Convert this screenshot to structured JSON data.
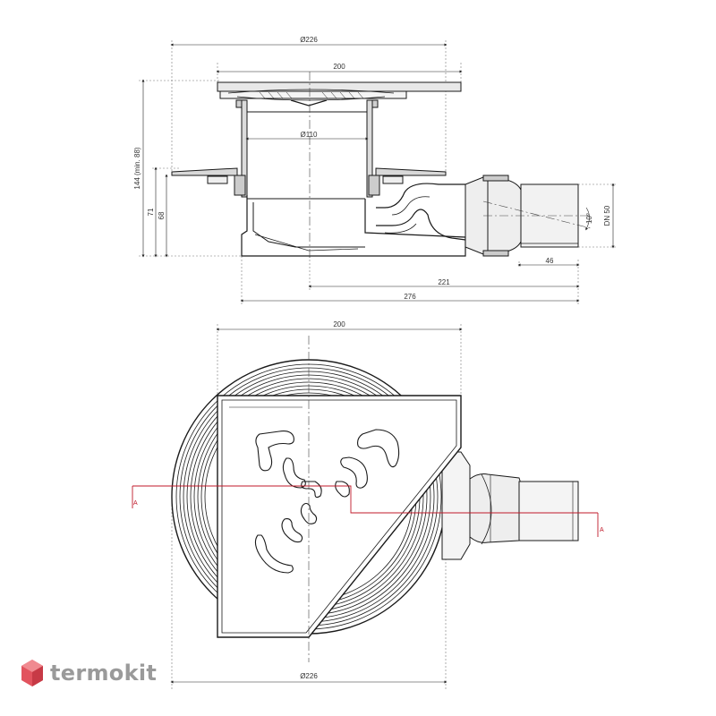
{
  "side_view": {
    "dim_outer_diameter": "Ø226",
    "dim_frame_width": "200",
    "dim_body_diameter": "Ø110",
    "dim_total_height": "144 (min. 88)",
    "dim_height_71": "71",
    "dim_height_68": "68",
    "dim_outlet_angle": "10°",
    "dim_outlet_size": "DN 50",
    "dim_outlet_length": "46",
    "dim_center_to_outlet": "221",
    "dim_total_length": "276"
  },
  "plan_view": {
    "dim_frame_width": "200",
    "dim_outer_diameter": "Ø226",
    "section_mark_left": "A",
    "section_mark_right": "A"
  },
  "brand": {
    "name": "termokit",
    "logo_color": "#e2535e"
  },
  "colors": {
    "line": "#1a1a1a",
    "section": "#c0192a",
    "steel": "#e8e8e8"
  }
}
